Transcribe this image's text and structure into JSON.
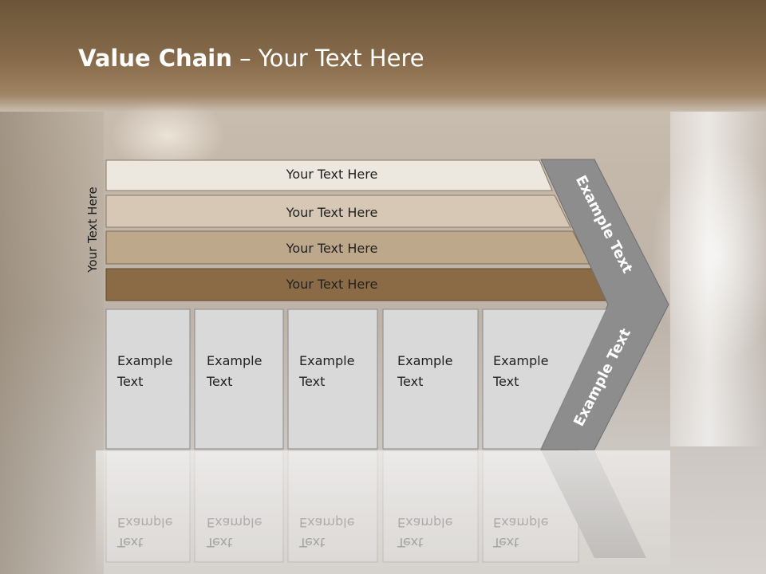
{
  "title": {
    "bold": "Value Chain",
    "rest": " – Your Text Here"
  },
  "side_label": "Your Text Here",
  "bars": [
    {
      "label": "Your Text Here",
      "color": "#ece7df"
    },
    {
      "label": "Your Text Here",
      "color": "#d6c8b5"
    },
    {
      "label": "Your Text Here",
      "color": "#bea88b"
    },
    {
      "label": "Your Text Here",
      "color": "#8a6b46"
    }
  ],
  "arrow": {
    "upper_label": "Example Text",
    "lower_label": "Example Text",
    "color": "#8d8d8d"
  },
  "boxes": [
    {
      "line1": "Example",
      "line2": "Text"
    },
    {
      "line1": "Example",
      "line2": "Text"
    },
    {
      "line1": "Example",
      "line2": "Text"
    },
    {
      "line1": "Example",
      "line2": "Text"
    },
    {
      "line1": "Example",
      "line2": "Text"
    }
  ]
}
